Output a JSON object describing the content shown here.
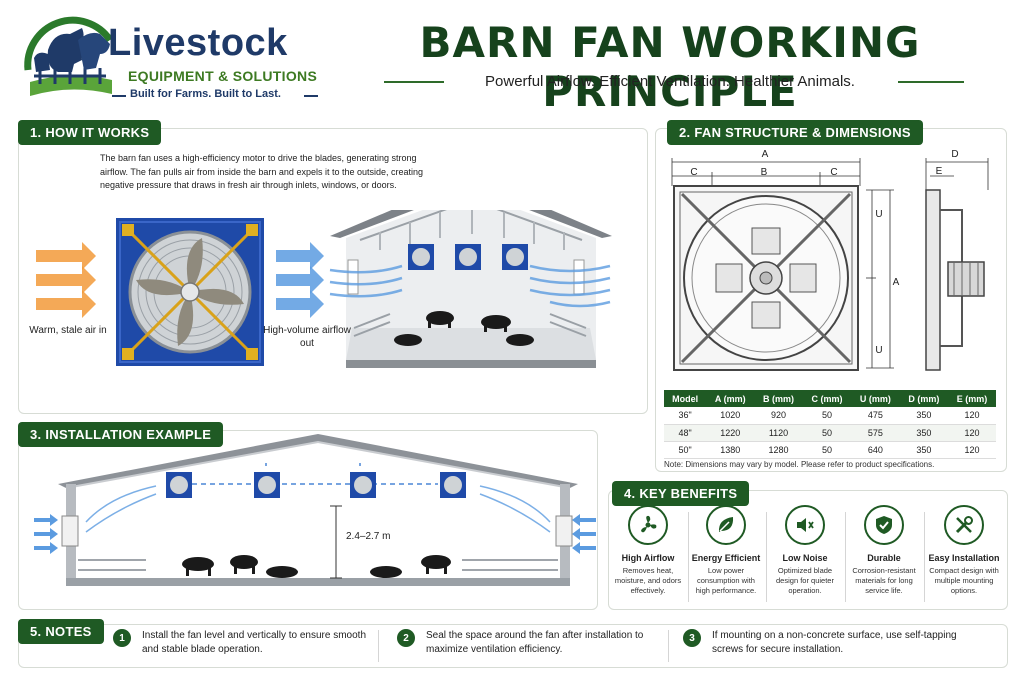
{
  "header": {
    "brand_name": "Livestock",
    "brand_sub": "EQUIPMENT & SOLUTIONS",
    "brand_tag": "Built for Farms.  Built to Last.",
    "title": "BARN FAN WORKING PRINCIPLE",
    "subtitle": "Powerful Airflow. Efficient Ventilation. Healthier Animals."
  },
  "how_it_works": {
    "label": "1. HOW IT WORKS",
    "description": "The barn fan uses a high-efficiency motor to drive the blades, generating strong airflow. The fan pulls air from inside the barn and expels it to the outside, creating negative pressure that draws in fresh air through inlets, windows, or doors.",
    "air_in_label": "Warm, stale air in",
    "air_out_label": "High-volume airflow out"
  },
  "structure": {
    "label": "2. FAN STRUCTURE & DIMENSIONS",
    "dim_A": "A",
    "dim_B": "B",
    "dim_C": "C",
    "dim_U": "U",
    "dim_D": "D",
    "dim_E": "E",
    "table_headers": [
      "Model",
      "A (mm)",
      "B (mm)",
      "C (mm)",
      "U (mm)",
      "D (mm)",
      "E (mm)"
    ],
    "table_rows": [
      [
        "36\"",
        "1020",
        "920",
        "50",
        "475",
        "350",
        "120"
      ],
      [
        "48\"",
        "1220",
        "1120",
        "50",
        "575",
        "350",
        "120"
      ],
      [
        "50\"",
        "1380",
        "1280",
        "50",
        "640",
        "350",
        "120"
      ]
    ],
    "note": "Note: Dimensions may vary by model. Please refer to product specifications."
  },
  "installation": {
    "label": "3. INSTALLATION EXAMPLE",
    "height_label": "2.4–2.7 m"
  },
  "benefits": {
    "label": "4. KEY BENEFITS",
    "items": [
      {
        "title": "High Airflow",
        "desc": "Removes heat, moisture, and odors effectively.",
        "icon": "fan-icon"
      },
      {
        "title": "Energy Efficient",
        "desc": "Low power consumption with high performance.",
        "icon": "leaf-icon"
      },
      {
        "title": "Low Noise",
        "desc": "Optimized blade design for quieter operation.",
        "icon": "speaker-icon"
      },
      {
        "title": "Durable",
        "desc": "Corrosion-resistant materials for long service life.",
        "icon": "shield-icon"
      },
      {
        "title": "Easy Installation",
        "desc": "Compact design with multiple mounting options.",
        "icon": "tools-icon"
      }
    ]
  },
  "notes": {
    "label": "5. NOTES",
    "items": [
      {
        "num": "1",
        "text": "Install the fan level and vertically to ensure smooth and stable blade operation."
      },
      {
        "num": "2",
        "text": "Seal the space around the fan after installation to maximize ventilation efficiency."
      },
      {
        "num": "3",
        "text": "If mounting on a non-concrete surface, use self-tapping screws for secure installation."
      }
    ]
  },
  "colors": {
    "brand_green": "#1f5a24",
    "brand_navy": "#1f3a68",
    "fan_blue": "#1f4aa8",
    "air_orange": "#f29a3a",
    "air_blue": "#5b9be0"
  }
}
